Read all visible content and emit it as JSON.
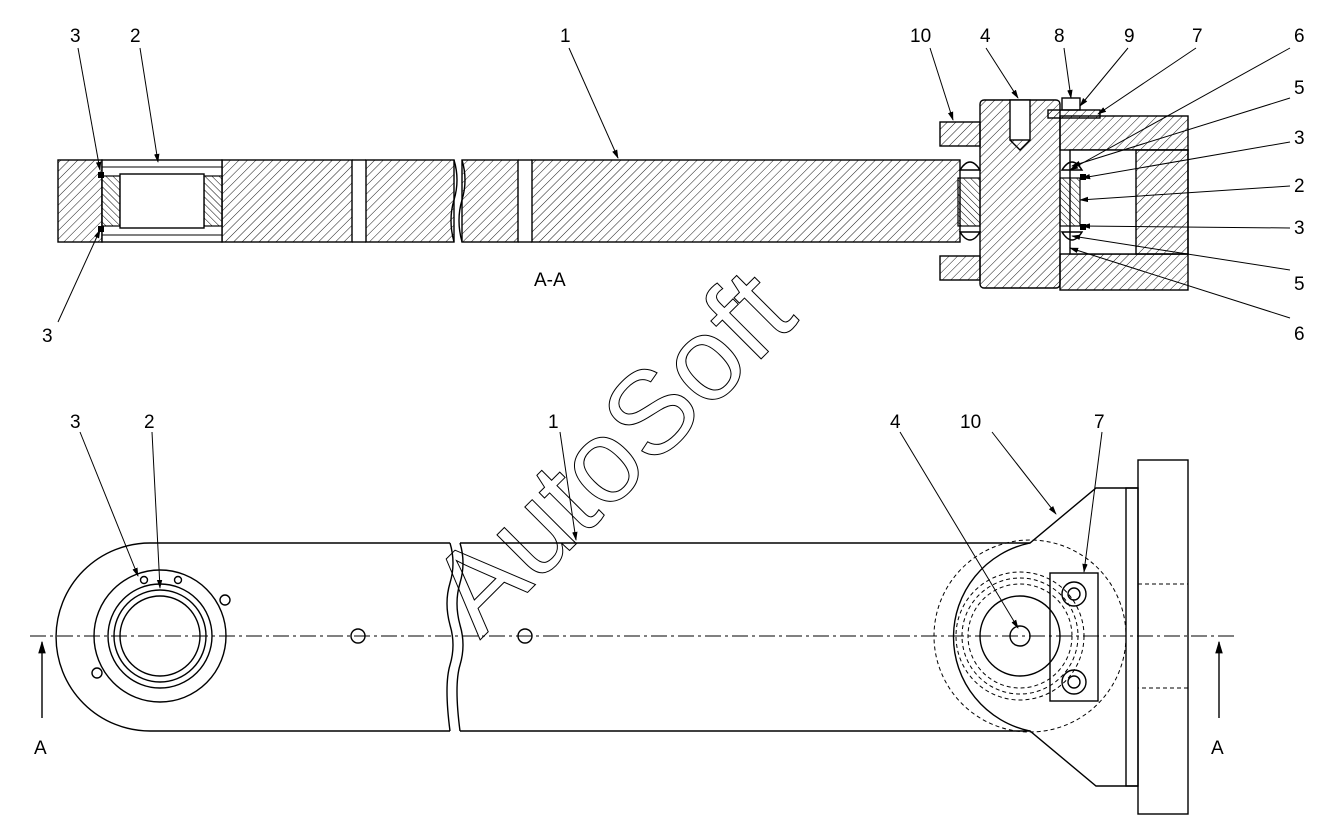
{
  "drawing": {
    "section_label": "A-A",
    "section_mark": "A",
    "watermark": "AutoSoft",
    "colors": {
      "line": "#000000",
      "background": "#ffffff"
    }
  },
  "callouts": {
    "section": [
      "3",
      "2",
      "1",
      "10",
      "4",
      "8",
      "9",
      "7",
      "6",
      "5",
      "3",
      "2",
      "3",
      "5",
      "6",
      "3"
    ],
    "plan": [
      "3",
      "2",
      "1",
      "4",
      "10",
      "7"
    ]
  }
}
